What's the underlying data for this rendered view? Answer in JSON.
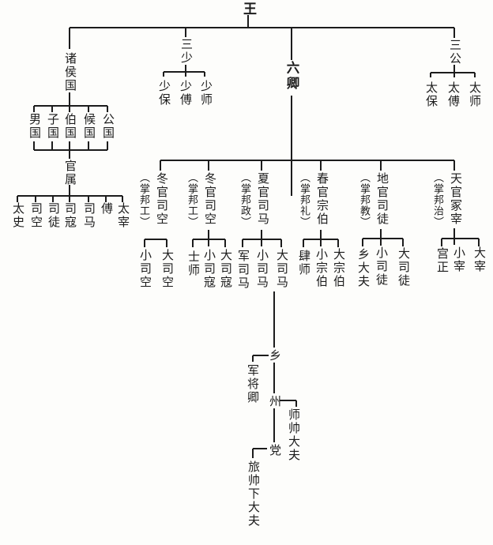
{
  "root": {
    "label": "王"
  },
  "level1": {
    "zhuhouguo": {
      "label": "诸侯国"
    },
    "sanshao": {
      "label": "三少",
      "children": [
        "少保",
        "少傅",
        "少师"
      ]
    },
    "liuqing": {
      "label": "六卿"
    },
    "sangong": {
      "label": "三公",
      "children": [
        "太保",
        "太傅",
        "太师"
      ]
    }
  },
  "states": [
    "男国",
    "子国",
    "伯国",
    "候国",
    "公国"
  ],
  "guanshu": {
    "label": "官属",
    "officials": [
      "太史",
      "司空",
      "司徒",
      "司寇",
      "司马",
      "傅",
      "太宰"
    ]
  },
  "ministers": [
    {
      "name": "冬官司空",
      "duty": "（掌邦工）",
      "children": [
        "小司空",
        "大司空"
      ]
    },
    {
      "name": "冬官司空",
      "duty": "（掌邦工）",
      "children": [
        "士师",
        "小司寇",
        "大司寇"
      ]
    },
    {
      "name": "夏官司马",
      "duty": "（掌邦政）",
      "children": [
        "军司马",
        "小司马",
        "大司马"
      ]
    },
    {
      "name": "春官宗伯",
      "duty": "（掌邦礼）",
      "children": [
        "肆师",
        "小宗伯",
        "大宗伯"
      ]
    },
    {
      "name": "地官司徒",
      "duty": "（掌邦教）",
      "children": [
        "乡大夫",
        "小司徒",
        "大司徒"
      ]
    },
    {
      "name": "天官冢宰",
      "duty": "（掌邦治）",
      "children": [
        "宫正",
        "小宰",
        "大宰"
      ]
    }
  ],
  "military_chain": [
    {
      "unit": "乡",
      "officer": "军将卿"
    },
    {
      "unit": "州",
      "officer": "师帅大夫"
    },
    {
      "unit": "党",
      "officer": "旅帅下大夫"
    }
  ],
  "colors": {
    "ink": "#1c1c1c",
    "paper": "#fdfdfb"
  }
}
